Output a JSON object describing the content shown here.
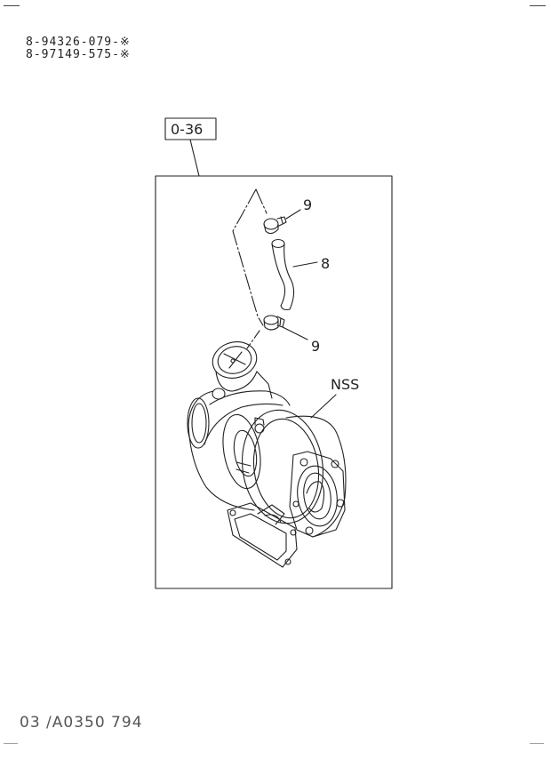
{
  "part_numbers": [
    "8-94326-079-※",
    "8-97149-575-※"
  ],
  "ref_box": "0-36",
  "callouts": {
    "clamp_top": "9",
    "hose": "8",
    "clamp_bottom": "9",
    "turbo": "NSS"
  },
  "footer_code": "03 /A0350 794"
}
